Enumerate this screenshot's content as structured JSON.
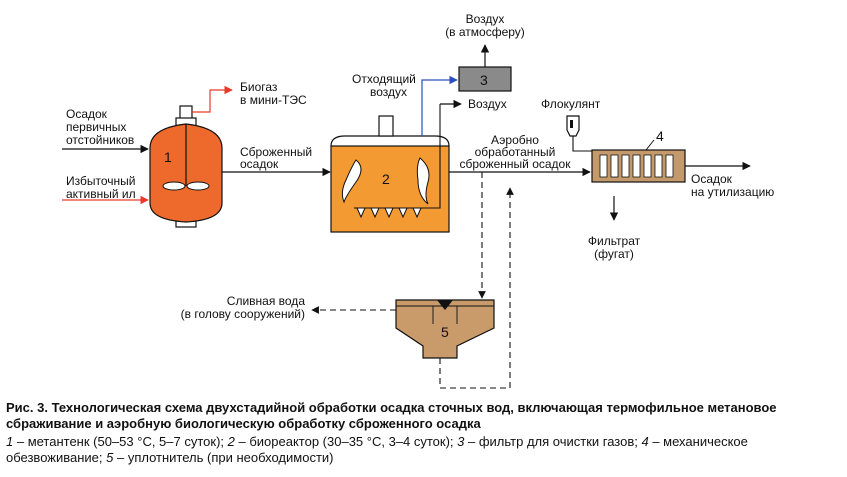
{
  "labels": {
    "sludge_primary": [
      "Осадок",
      "первичных",
      "отстойников"
    ],
    "excess_sludge": [
      "Избыточный",
      "активный ил"
    ],
    "biogas": [
      "Биогаз",
      "в мини-ТЭС"
    ],
    "digested_sludge": [
      "Сброженный",
      "осадок"
    ],
    "air_atmosphere": [
      "Воздух",
      "(в атмосферу)"
    ],
    "exhaust_air": [
      "Отходящий",
      "воздух"
    ],
    "air_in": "Воздух",
    "aerobic_sludge": [
      "Аэробно",
      "обработанный",
      "сброженный осадок"
    ],
    "flocculant": "Флокулянт",
    "disposal": [
      "Осадок",
      "на утилизацию"
    ],
    "filtrate": [
      "Фильтрат",
      "(фугат)"
    ],
    "drain_water": [
      "Сливная вода",
      "(в голову сооружений)"
    ]
  },
  "units": {
    "digester": "1",
    "bioreactor": "2",
    "gas_filter": "3",
    "dewatering": "4",
    "thickener": "5"
  },
  "colors": {
    "digester": "#ee6a2c",
    "bioreactor": "#f39a33",
    "filter": "#8a8a8a",
    "dewatering": "#c49a6c",
    "thickener": "#c99a6a",
    "red_line": "#e83a2a",
    "blue_line": "#2a4fbf"
  },
  "caption": {
    "title": "Рис. 3. Технологическая схема двухстадийной обработки осадка сточных вод, включающая термофильное метановое сбраживание и аэробную биологическую обработку сброженного осадка",
    "legend": [
      {
        "num": "1",
        "text": " – метантенк (50–53 °С, 5–7 суток); "
      },
      {
        "num": "2",
        "text": " – биореактор (30–35 °С, 3–4 суток); "
      },
      {
        "num": "3",
        "text": " – фильтр для очистки газов; "
      },
      {
        "num": "4",
        "text": " – механическое обезвоживание; "
      },
      {
        "num": "5",
        "text": " – уплотнитель (при необходимости)"
      }
    ]
  }
}
